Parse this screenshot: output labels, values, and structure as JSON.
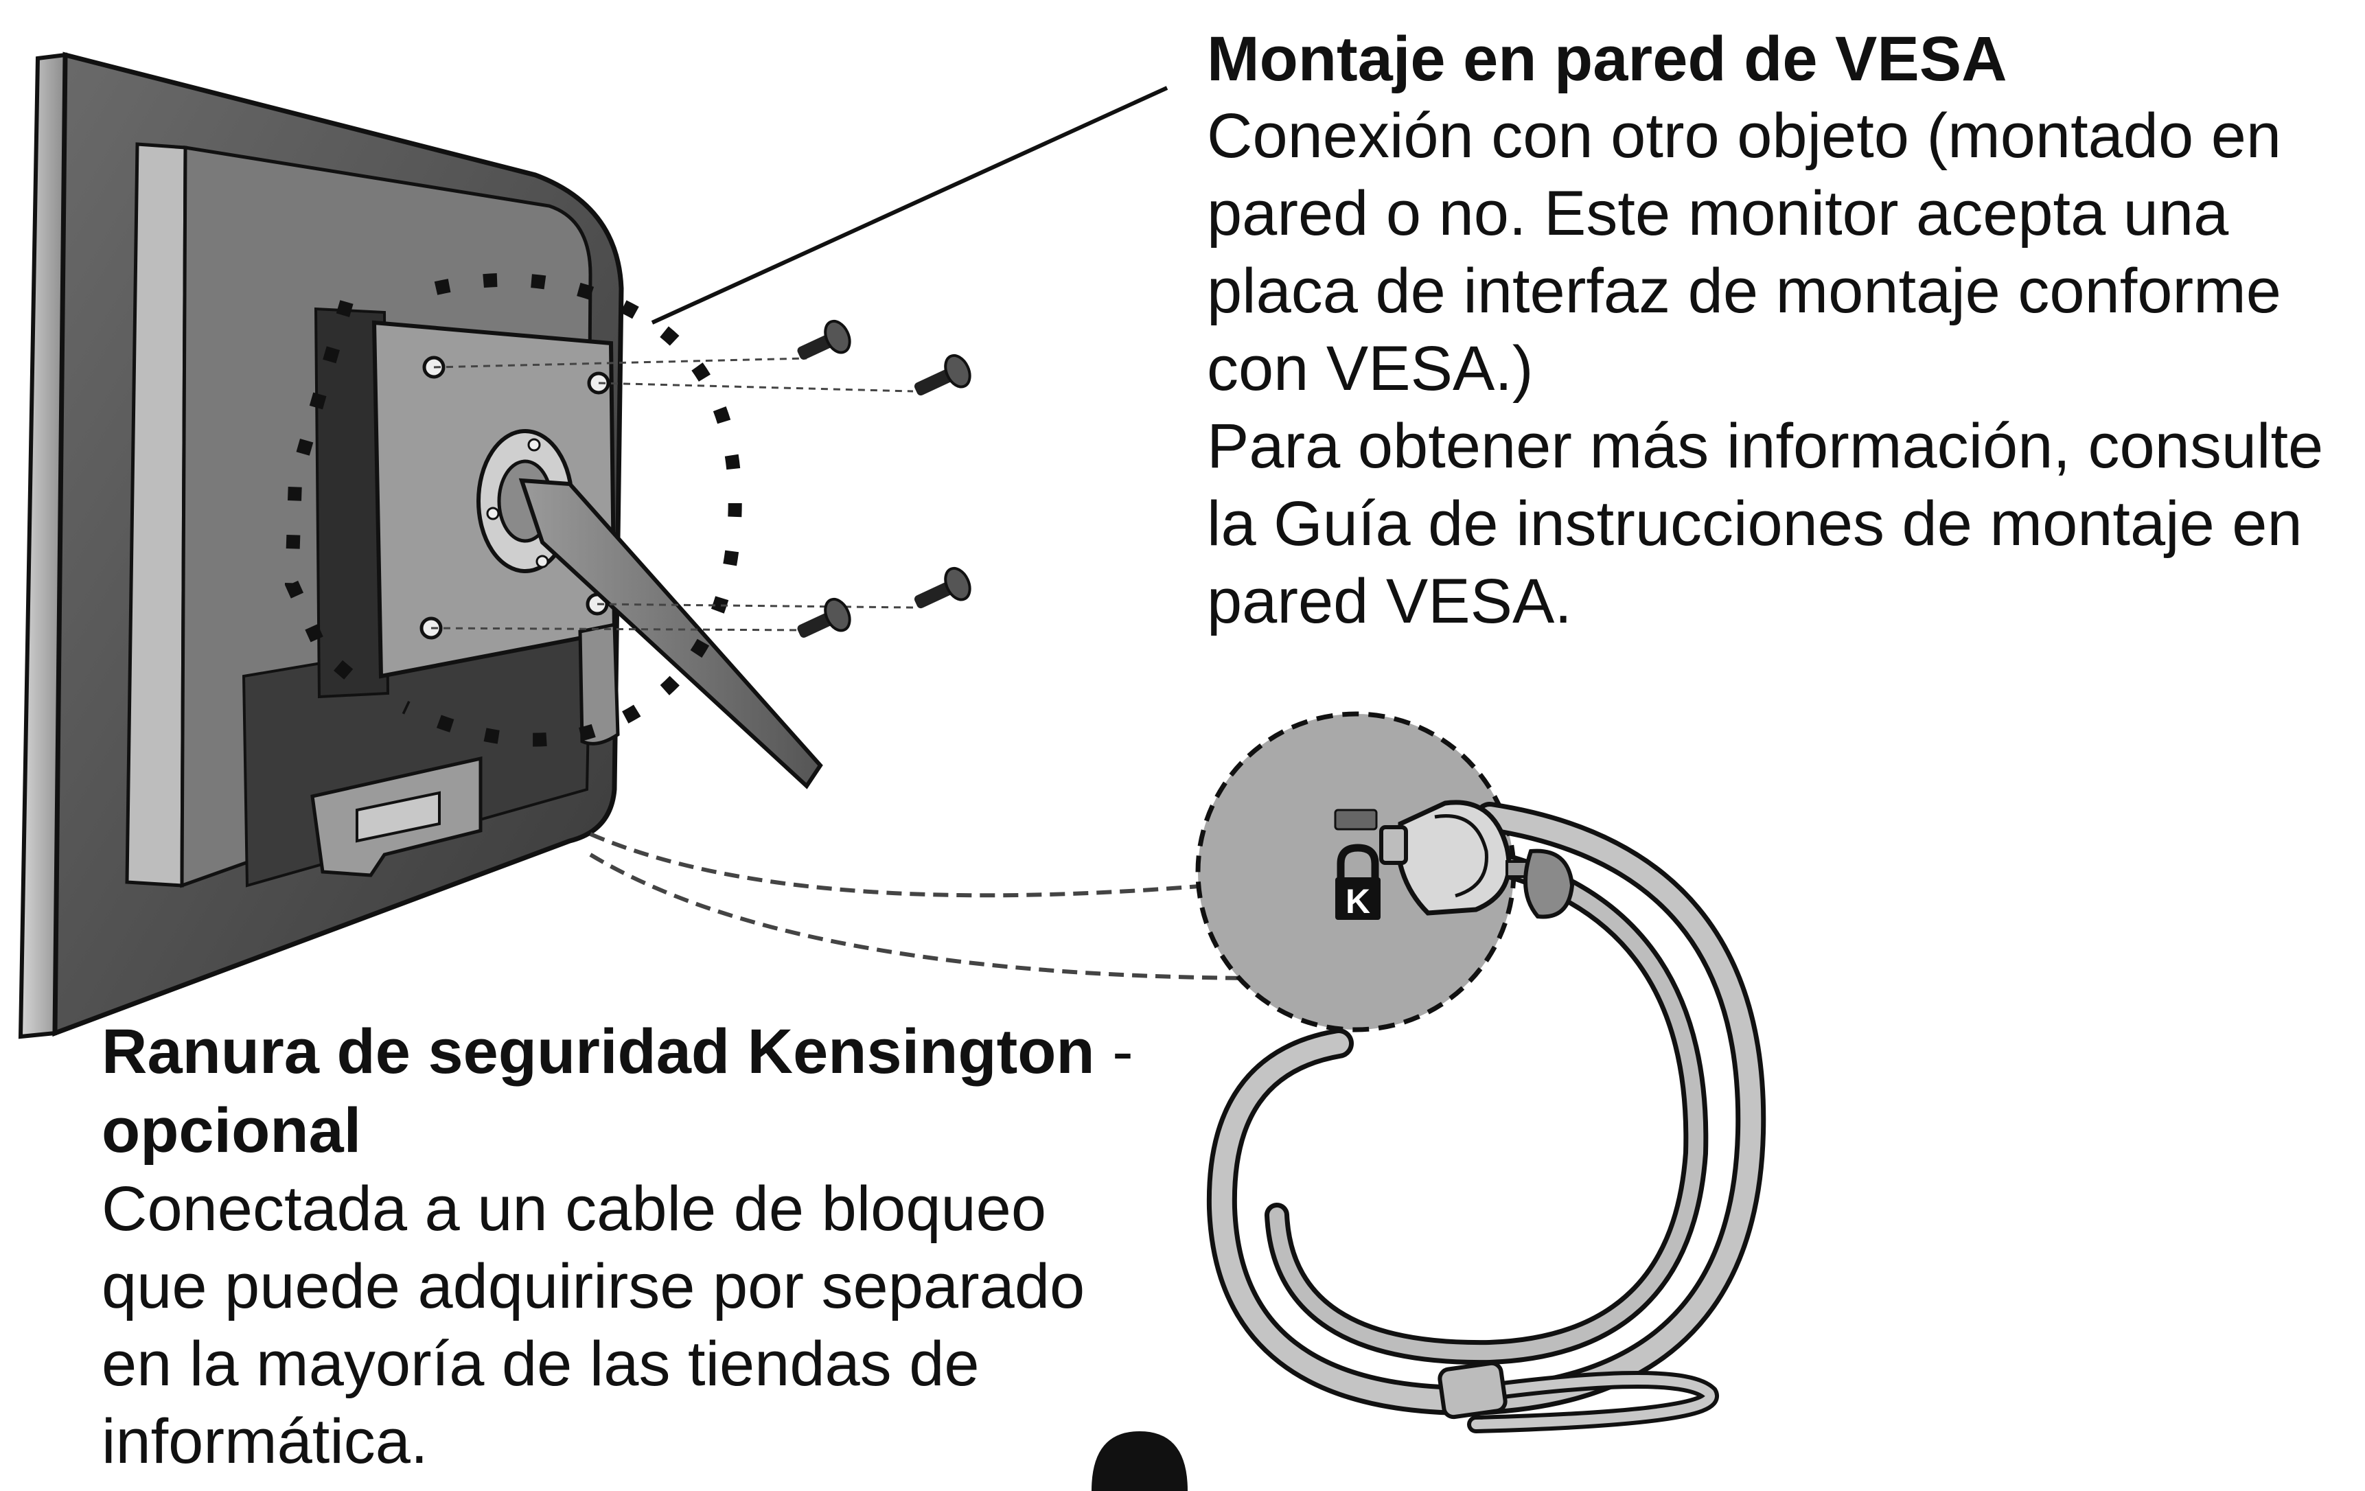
{
  "vesa": {
    "title": "Montaje en pared de VESA",
    "lines": [
      "Conexión con otro objeto (montado en",
      "pared o no. Este monitor acepta una",
      "placa de interfaz de montaje conforme",
      "con VESA.)",
      "Para obtener más información, consulte",
      "la Guía de instrucciones de montaje en",
      "pared VESA."
    ]
  },
  "kensington": {
    "title": "Ranura de seguridad Kensington",
    "title_suffix": " -",
    "title_line2": "opcional",
    "lines": [
      "Conectada a un cable de bloqueo",
      "que puede adquirirse por separado",
      "en la mayoría de las tiendas de",
      "informática."
    ],
    "lock_letter": "K"
  },
  "icons": {
    "monitor": "monitor-back-illustration",
    "screws": "screw-icon",
    "lock_cable": "kensington-lock-cable-illustration",
    "padlock": "padlock-icon"
  },
  "colors": {
    "line": "#111111",
    "monitor_dark": "#4a4a4a",
    "monitor_mid": "#7d7d7d",
    "monitor_light": "#b8b8b8",
    "detail_circle": "#a9a9a9"
  }
}
